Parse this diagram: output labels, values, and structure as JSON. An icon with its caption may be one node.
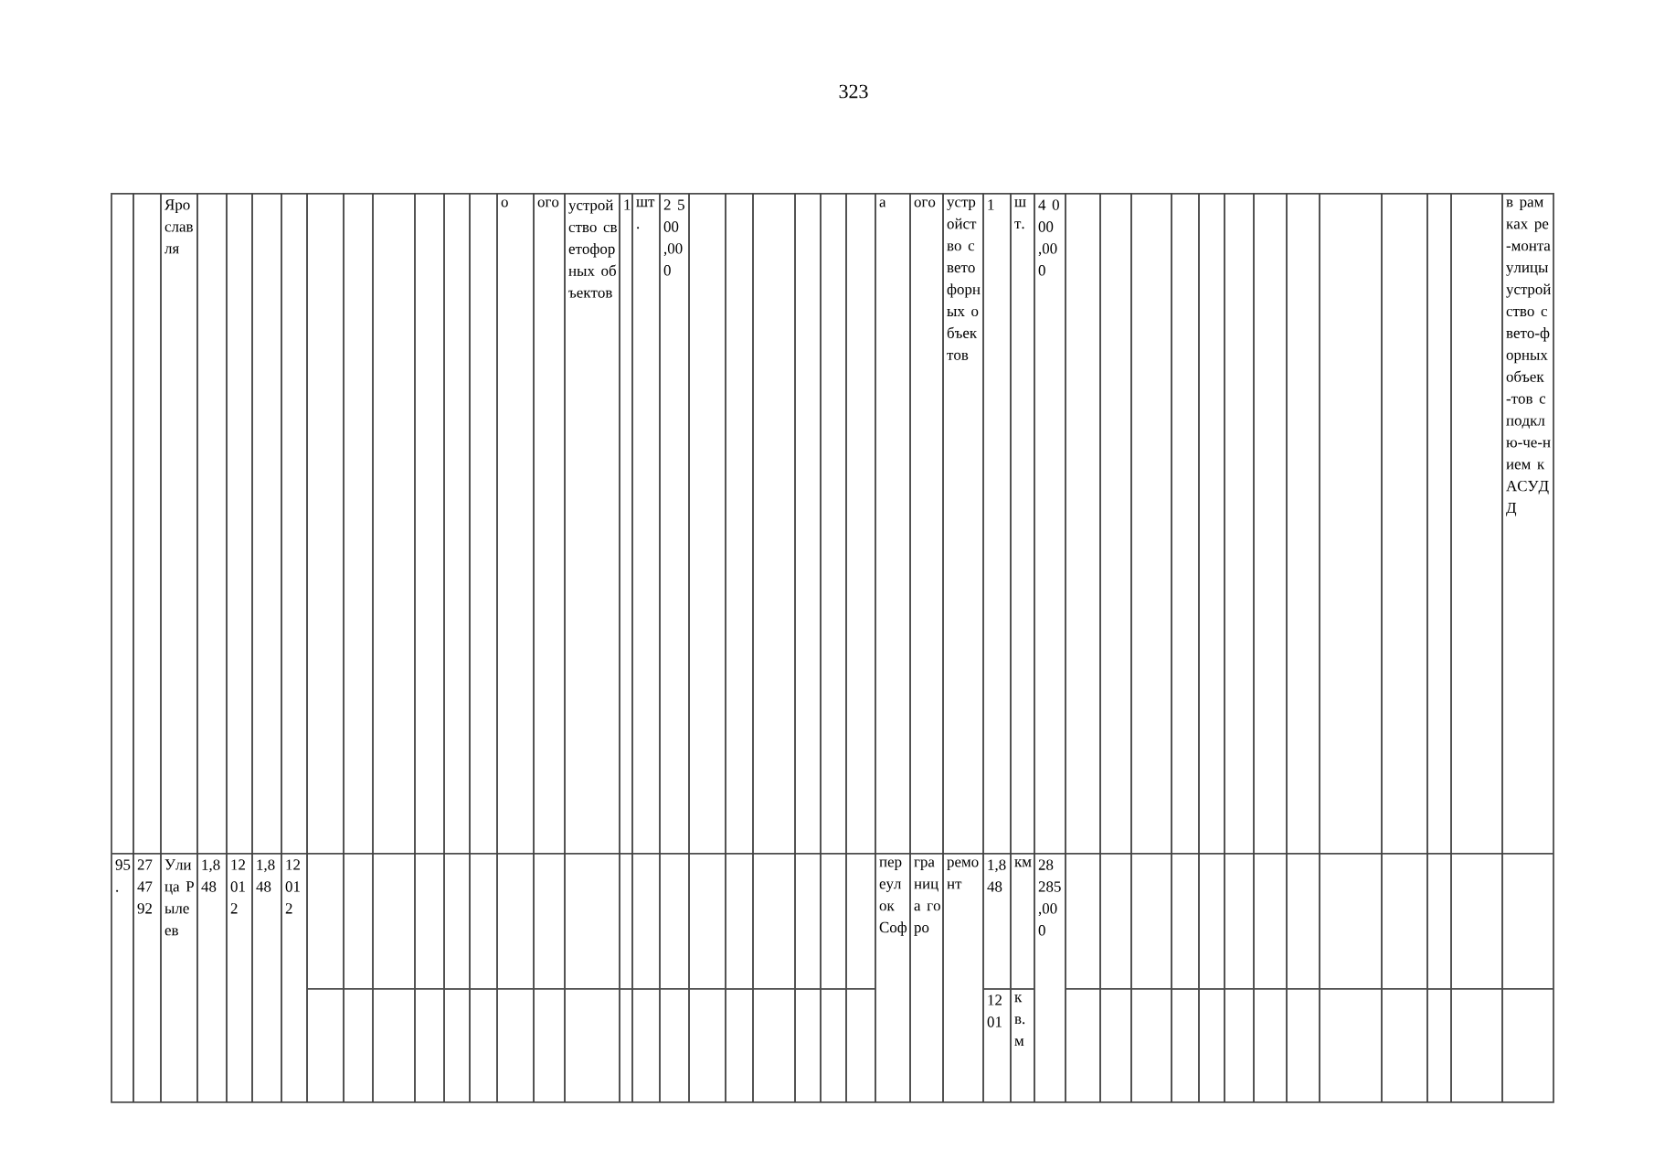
{
  "diagram": {
    "labels": [
      "323",
      "Ярославля",
      "о",
      "ого",
      "устройство светофорных объектов",
      "1",
      "шт.",
      "2 500,000",
      "а",
      "ого",
      "устройство светофорных объектов",
      "1",
      "шт.",
      "4 000,000",
      "в рамках ре-монта улицы устройство свето-форных объек-тов с подклю-че-нием к АСУДД",
      "95.",
      "274792",
      "Улица Рылеев",
      "1,848",
      "12012",
      "1,848",
      "12012",
      "переулок Соф",
      "граница горо",
      "ремонт",
      "1,848",
      "км",
      "28 285,000",
      "12 01",
      "кв. м"
    ]
  }
}
